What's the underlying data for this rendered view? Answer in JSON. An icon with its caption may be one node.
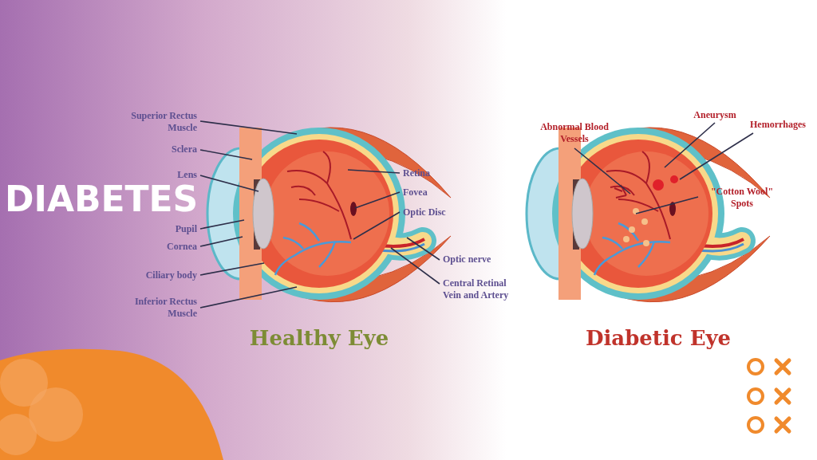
{
  "diagram": {
    "title": "DIABETES",
    "nodes": [
      {
        "text": [
          "Superior Rectus Muscle"
        ]
      },
      {
        "text": [
          "Sclera"
        ]
      },
      {
        "text": [
          "Lens"
        ]
      },
      {
        "text": [
          "Pupil"
        ]
      },
      {
        "text": [
          "Cornea"
        ]
      },
      {
        "text": [
          "Ciliary body"
        ]
      },
      {
        "text": [
          "Inferior Rectus Muscle"
        ]
      },
      {
        "text": [
          "Retina"
        ]
      },
      {
        "text": [
          "Fovea"
        ]
      },
      {
        "text": [
          "Optic Disc"
        ]
      },
      {
        "text": [
          "Optic nerve"
        ]
      },
      {
        "text": [
          "Central Retinal Vein and Artery"
        ]
      },
      {
        "text": [
          "Abnormal Blood Vessels"
        ]
      },
      {
        "text": [
          "Aneurysm"
        ]
      },
      {
        "text": [
          "Hemorrhages"
        ]
      },
      {
        "text": [
          "\"Cotton Wool\" Spots"
        ]
      }
    ],
    "edges": [
      {
        "from": 0,
        "to": null,
        "arrow": "none"
      },
      {
        "from": 1,
        "to": null,
        "arrow": "none"
      },
      {
        "from": 2,
        "to": null,
        "arrow": "none"
      },
      {
        "from": 3,
        "to": null,
        "arrow": "none"
      },
      {
        "from": 4,
        "to": null,
        "arrow": "none"
      },
      {
        "from": 5,
        "to": null,
        "arrow": "none"
      },
      {
        "from": 6,
        "to": null,
        "arrow": "none"
      },
      {
        "from": 7,
        "to": null,
        "arrow": "none"
      },
      {
        "from": 8,
        "to": null,
        "arrow": "none"
      },
      {
        "from": 9,
        "to": null,
        "arrow": "none"
      },
      {
        "from": 10,
        "to": null,
        "arrow": "none"
      },
      {
        "from": 11,
        "to": null,
        "arrow": "none"
      },
      {
        "from": 12,
        "to": null,
        "arrow": "none"
      },
      {
        "from": 13,
        "to": null,
        "arrow": "none"
      },
      {
        "from": 14,
        "to": null,
        "arrow": "none"
      },
      {
        "from": 15,
        "to": null,
        "arrow": "none"
      }
    ],
    "labels": [
      "Healthy Eye",
      "Diabetic Eye"
    ]
  }
}
